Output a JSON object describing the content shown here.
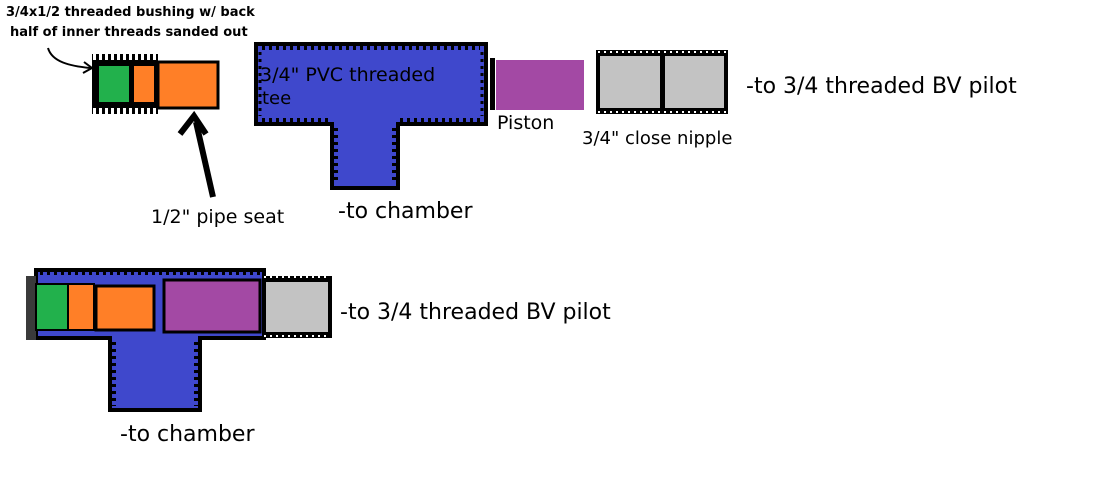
{
  "labels": {
    "bushing_note_line1": "3/4x1/2 threaded bushing w/ back",
    "bushing_note_line2": "half of inner threads sanded out",
    "tee_line1": "3/4\" PVC threaded",
    "tee_line2": "tee",
    "piston": "Piston",
    "close_nipple": "3/4\" close nipple",
    "pilot_top": "-to 3/4 threaded BV pilot",
    "pipe_seat": "1/2\" pipe seat",
    "chamber_top": "-to chamber",
    "pilot_bottom": "-to 3/4 threaded BV pilot",
    "chamber_bottom": "-to chamber"
  },
  "colors": {
    "bushing_green": "#22b14c",
    "pipe_seat_orange": "#ff7f27",
    "tee_blue": "#3f48cc",
    "piston_purple": "#a349a4",
    "nipple_gray": "#c3c3c3",
    "outline": "#000000"
  }
}
